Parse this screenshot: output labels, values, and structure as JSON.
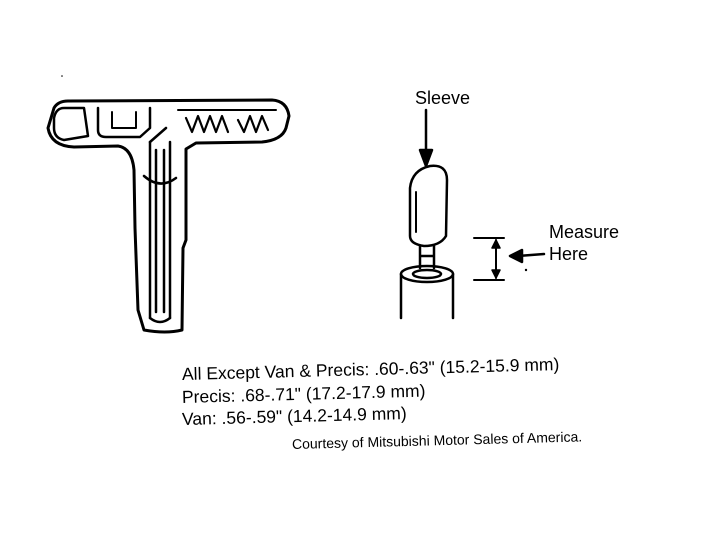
{
  "labels": {
    "sleeve": "Sleeve",
    "measure_line1": "Measure",
    "measure_line2": "Here"
  },
  "specs": [
    "All Except Van & Precis: .60-.63\" (15.2-15.9 mm)",
    "Precis: .68-.71\" (17.2-17.9 mm)",
    "Van: .56-.59\" (14.2-14.9 mm)"
  ],
  "credit": "Courtesy of Mitsubishi Motor Sales of America."
}
